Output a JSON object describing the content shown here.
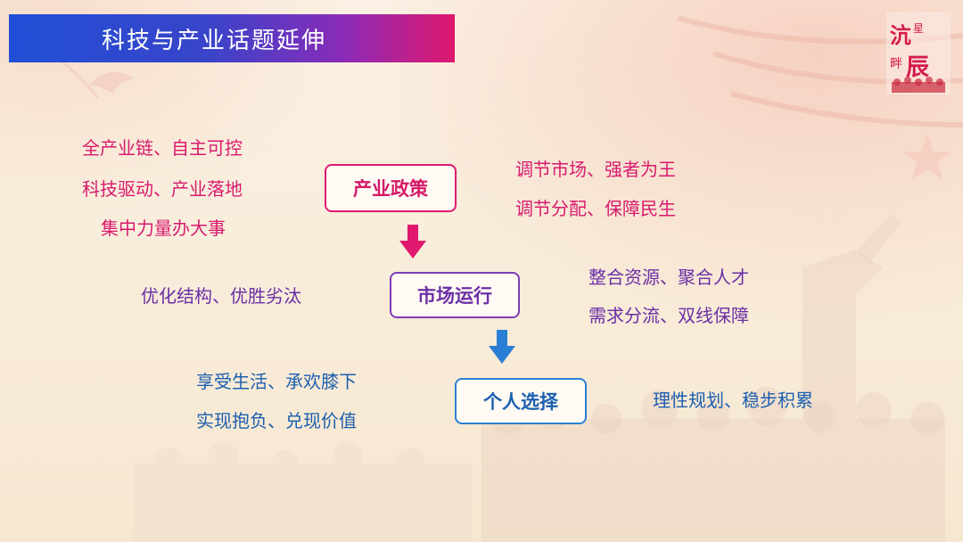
{
  "title": "科技与产业话题延伸",
  "logo_text": "沆星畔辰",
  "nodes": {
    "policy": "产业政策",
    "market": "市场运行",
    "personal": "个人选择"
  },
  "policy_left": [
    "全产业链、自主可控",
    "科技驱动、产业落地",
    "集中力量办大事"
  ],
  "policy_right": [
    "调节市场、强者为王",
    "调节分配、保障民生"
  ],
  "market_left": [
    "优化结构、优胜劣汰"
  ],
  "market_right": [
    "整合资源、聚合人才",
    "需求分流、双线保障"
  ],
  "personal_left": [
    "享受生活、承欢膝下",
    "实现抱负、兑现价值"
  ],
  "personal_right": [
    "理性规划、稳步积累"
  ],
  "colors": {
    "policy": "#e0186e",
    "market": "#7e3cb6",
    "personal": "#2a7fd4",
    "arrow_red": "#e0186e",
    "arrow_blue": "#2a7fd4"
  }
}
